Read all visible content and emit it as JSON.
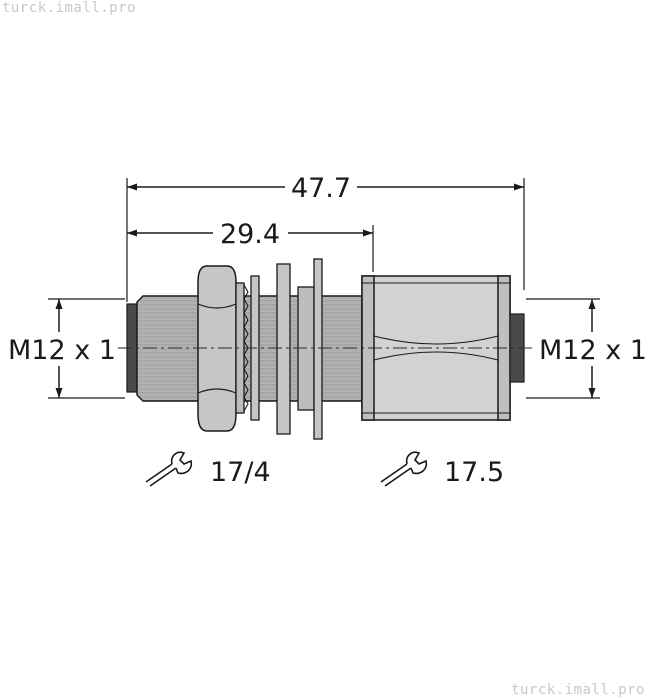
{
  "watermarks": {
    "top": "turck.imall.pro",
    "bottom": "turck.imall.pro"
  },
  "dimensions": {
    "overall_length": "47.7",
    "thread_length": "29.4",
    "left_thread": "M12 x 1",
    "right_thread": "M12 x 1",
    "wrench_left": "17/4",
    "wrench_right": "17.5"
  },
  "colors": {
    "line": "#1a1a1a",
    "thread_fill": "#b4b4b4",
    "nut_fill": "#c6c6c6",
    "body_fill": "#d2d2d2",
    "pin_fill": "#4a4a4a"
  },
  "icons": {
    "wrench_left": "wrench-icon",
    "wrench_right": "wrench-icon"
  }
}
